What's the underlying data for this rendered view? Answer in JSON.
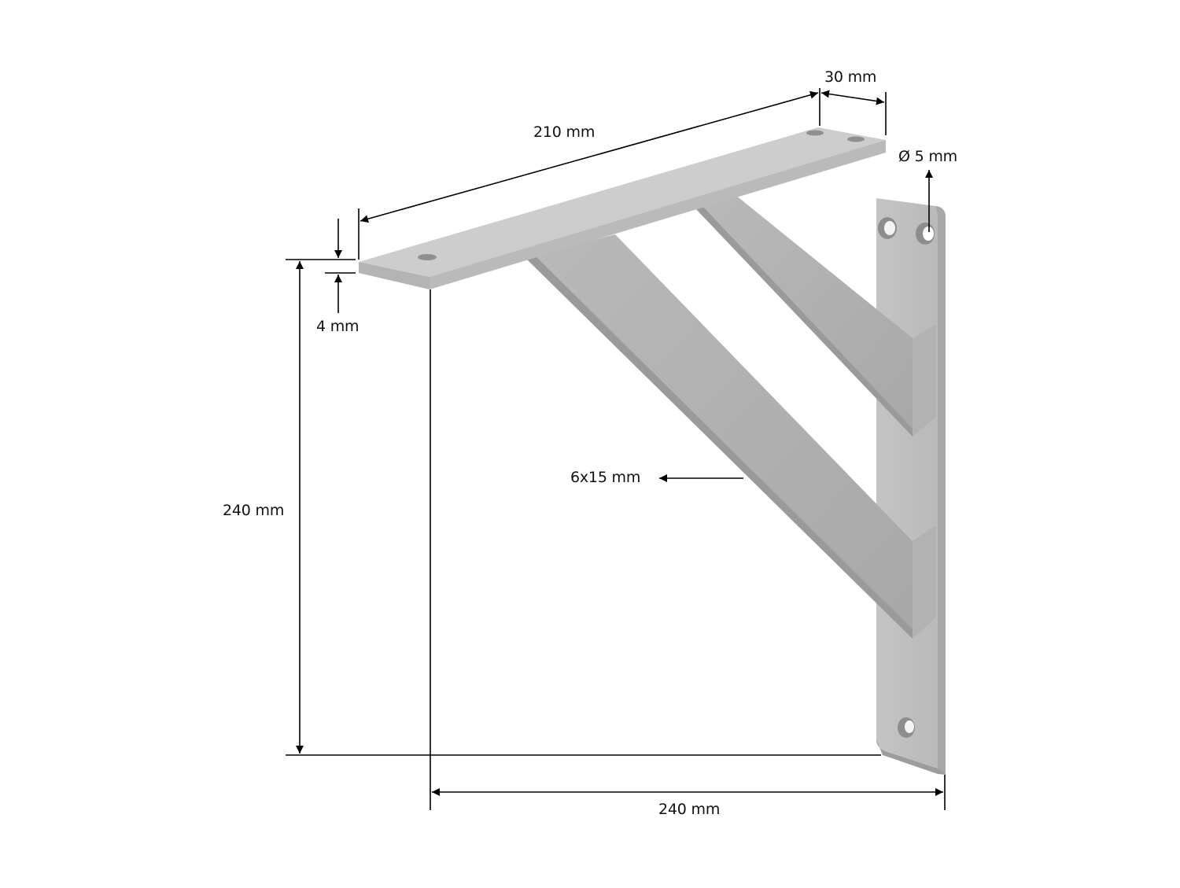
{
  "diagram": {
    "subject": "Metal shelf bracket with diagonal struts",
    "colors": {
      "background": "#ffffff",
      "metal_top": "#cfcfcf",
      "metal_face": "#bdbdbd",
      "metal_side": "#a9a9a9",
      "metal_dark": "#8f8f8f",
      "dimension_line": "#000000",
      "label_text": "#111111"
    },
    "dimensions": {
      "shelf_length": "210 mm",
      "shelf_width": "30 mm",
      "hole_diameter": "Ø 5 mm",
      "plate_thickness": "4 mm",
      "height": "240 mm",
      "depth": "240 mm",
      "strut_section": "6x15 mm"
    }
  }
}
